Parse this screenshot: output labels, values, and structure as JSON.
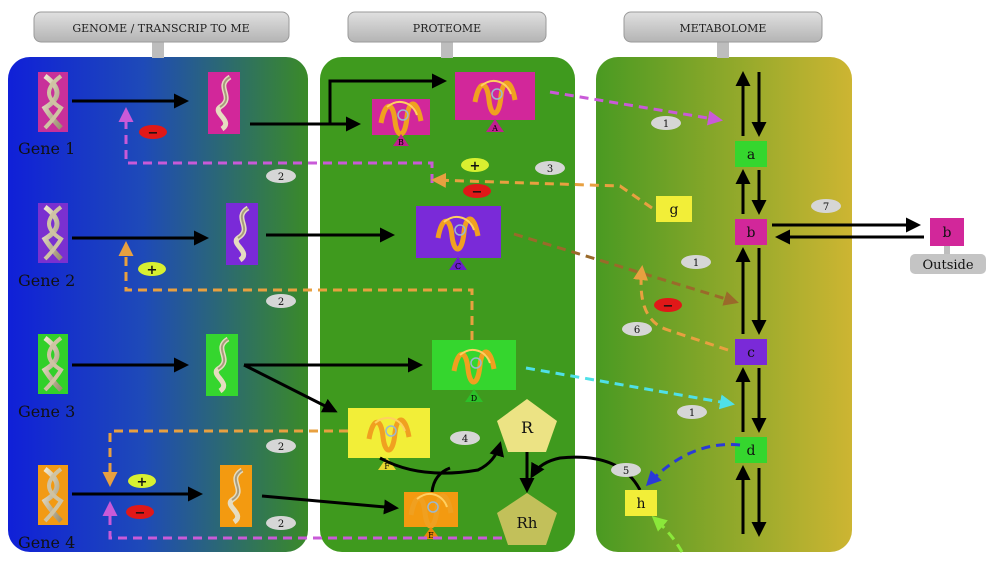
{
  "headers": {
    "genome": "GENOME  /  TRANSCRIP TO ME",
    "proteome": "PROTEOME",
    "metabolome": "METABOLOME"
  },
  "genes": [
    "Gene 1",
    "Gene 2",
    "Gene 3",
    "Gene 4"
  ],
  "proteins": {
    "A": "A",
    "B": "B",
    "C": "C",
    "D": "D",
    "E": "E",
    "F": "F",
    "R": "R",
    "Rh": "Rh"
  },
  "metabolites": {
    "a": "a",
    "b": "b",
    "c": "c",
    "d": "d",
    "g": "g",
    "h": "h",
    "b_outside": "b"
  },
  "outside_label": "Outside",
  "regulation_numbers": {
    "n1_top": "1",
    "n1_mid": "1",
    "n1_low": "1",
    "n2_g1": "2",
    "n2_g2": "2",
    "n2_g4a": "2",
    "n2_g4b": "2",
    "n3": "3",
    "n4": "4",
    "n5": "5",
    "n6": "6",
    "n7": "7"
  },
  "signs": {
    "plus": "+",
    "minus": "−"
  },
  "colors": {
    "genome_grad_start": "#1020d8",
    "genome_grad_end": "#3a8a28",
    "proteome": "#3f9a1e",
    "metabolome_start": "#4a9a22",
    "metabolome_end": "#c8b030",
    "magenta": "#d2279a",
    "purple": "#7a2ad8",
    "green_box": "#35d62e",
    "yellow_box": "#f2ee38",
    "orange_box": "#f39a10",
    "pentagon_R": "#ece384",
    "pentagon_Rh": "#c2c05a",
    "dash_magenta": "#c95ad8",
    "dash_orange": "#e8a040",
    "dash_cyan": "#4fe0e8",
    "dash_brown": "#9a6a2a",
    "dash_blue": "#2a3ad8",
    "dash_green": "#8ae83a"
  }
}
